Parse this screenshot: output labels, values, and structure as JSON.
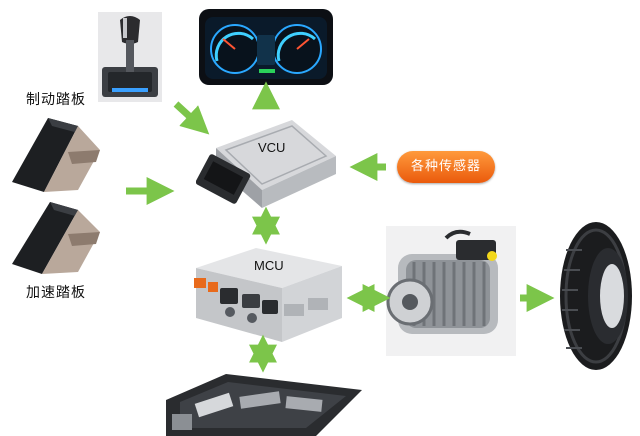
{
  "labels": {
    "brake_pedal": "制动踏板",
    "accel_pedal": "加速踏板",
    "vcu": "VCU",
    "mcu": "MCU",
    "sensors": "各种传感器"
  },
  "colors": {
    "arrow": "#7cc54a",
    "sensor_pill": "#ef6a16"
  },
  "icons": [
    "gear-shifter-icon",
    "dashboard-cluster-icon",
    "brake-pedal-icon",
    "accelerator-pedal-icon",
    "vcu-controller-icon",
    "mcu-inverter-icon",
    "electric-motor-icon",
    "tire-icon",
    "battery-pack-icon"
  ]
}
